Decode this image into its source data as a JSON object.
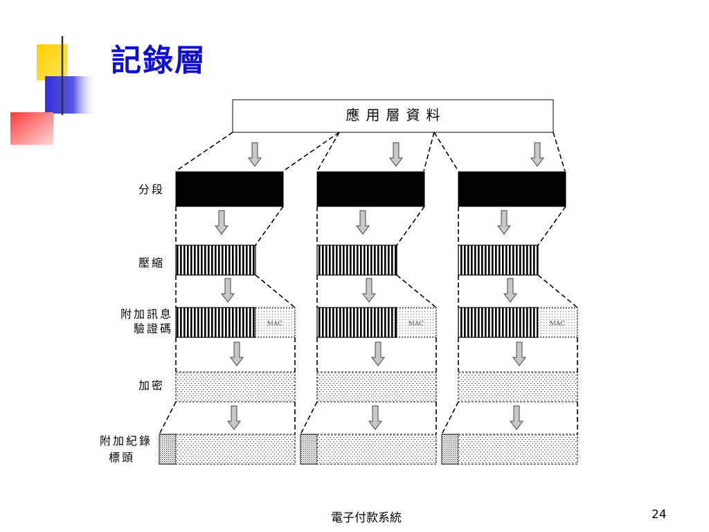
{
  "slide": {
    "title": "記錄層",
    "footer": "電子付款系統",
    "page_number": "24"
  },
  "diagram": {
    "top_label": "應用層資料",
    "steps": [
      [
        "分段"
      ],
      [
        "壓縮"
      ],
      [
        "附加訊息",
        "驗證碼"
      ],
      [
        "加密"
      ],
      [
        "附加紀錄",
        "標頭"
      ]
    ],
    "mac_label": "MAC",
    "columns": 3
  },
  "colors": {
    "title": "#1010d0",
    "deco_yellow": "#ffd000",
    "deco_blue": "#3535d8",
    "deco_red": "#ff4040",
    "arrow_fill": "#c8c8c8"
  }
}
